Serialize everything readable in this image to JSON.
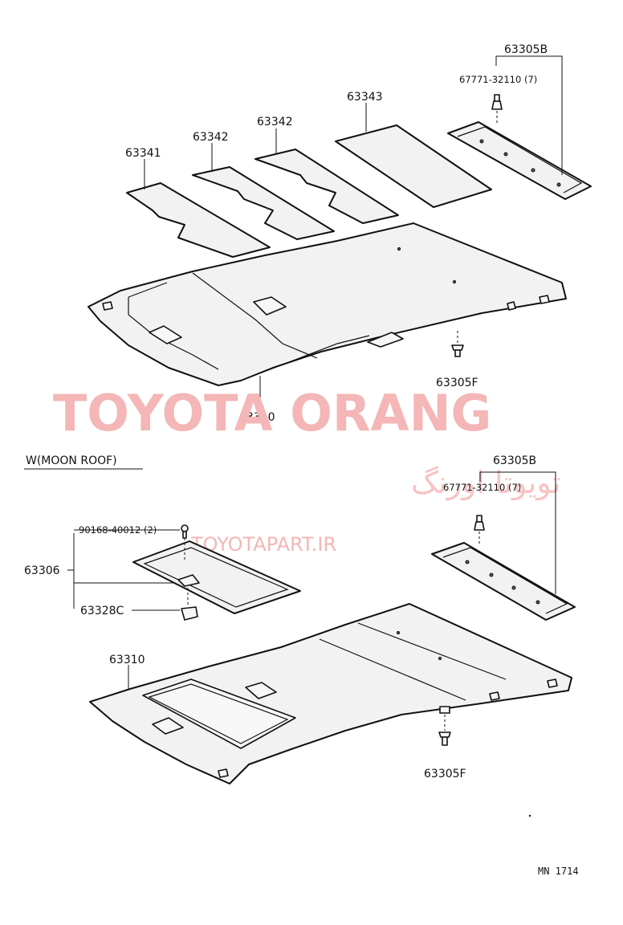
{
  "watermark": {
    "main": "TOYOTA ORANG",
    "persian": "تویوتا اورنگ",
    "url": "TOYOTAPART.IR"
  },
  "top": {
    "label_63305B": "63305B",
    "label_clip": "67771-32110 (7)",
    "label_63343": "63343",
    "label_63342a": "63342",
    "label_63342b": "63342",
    "label_63341": "63341",
    "label_63305F": "63305F",
    "label_63310": "63310"
  },
  "bottom": {
    "section_title": "W(MOON ROOF)",
    "label_63305B": "63305B",
    "label_clip": "67771-32110 (7)",
    "label_screw": "90168-40012 (2)",
    "label_63306": "63306",
    "label_63328C": "63328C",
    "label_63310": "63310",
    "label_63305F": "63305F"
  },
  "footer": {
    "code": "MN  1714"
  }
}
